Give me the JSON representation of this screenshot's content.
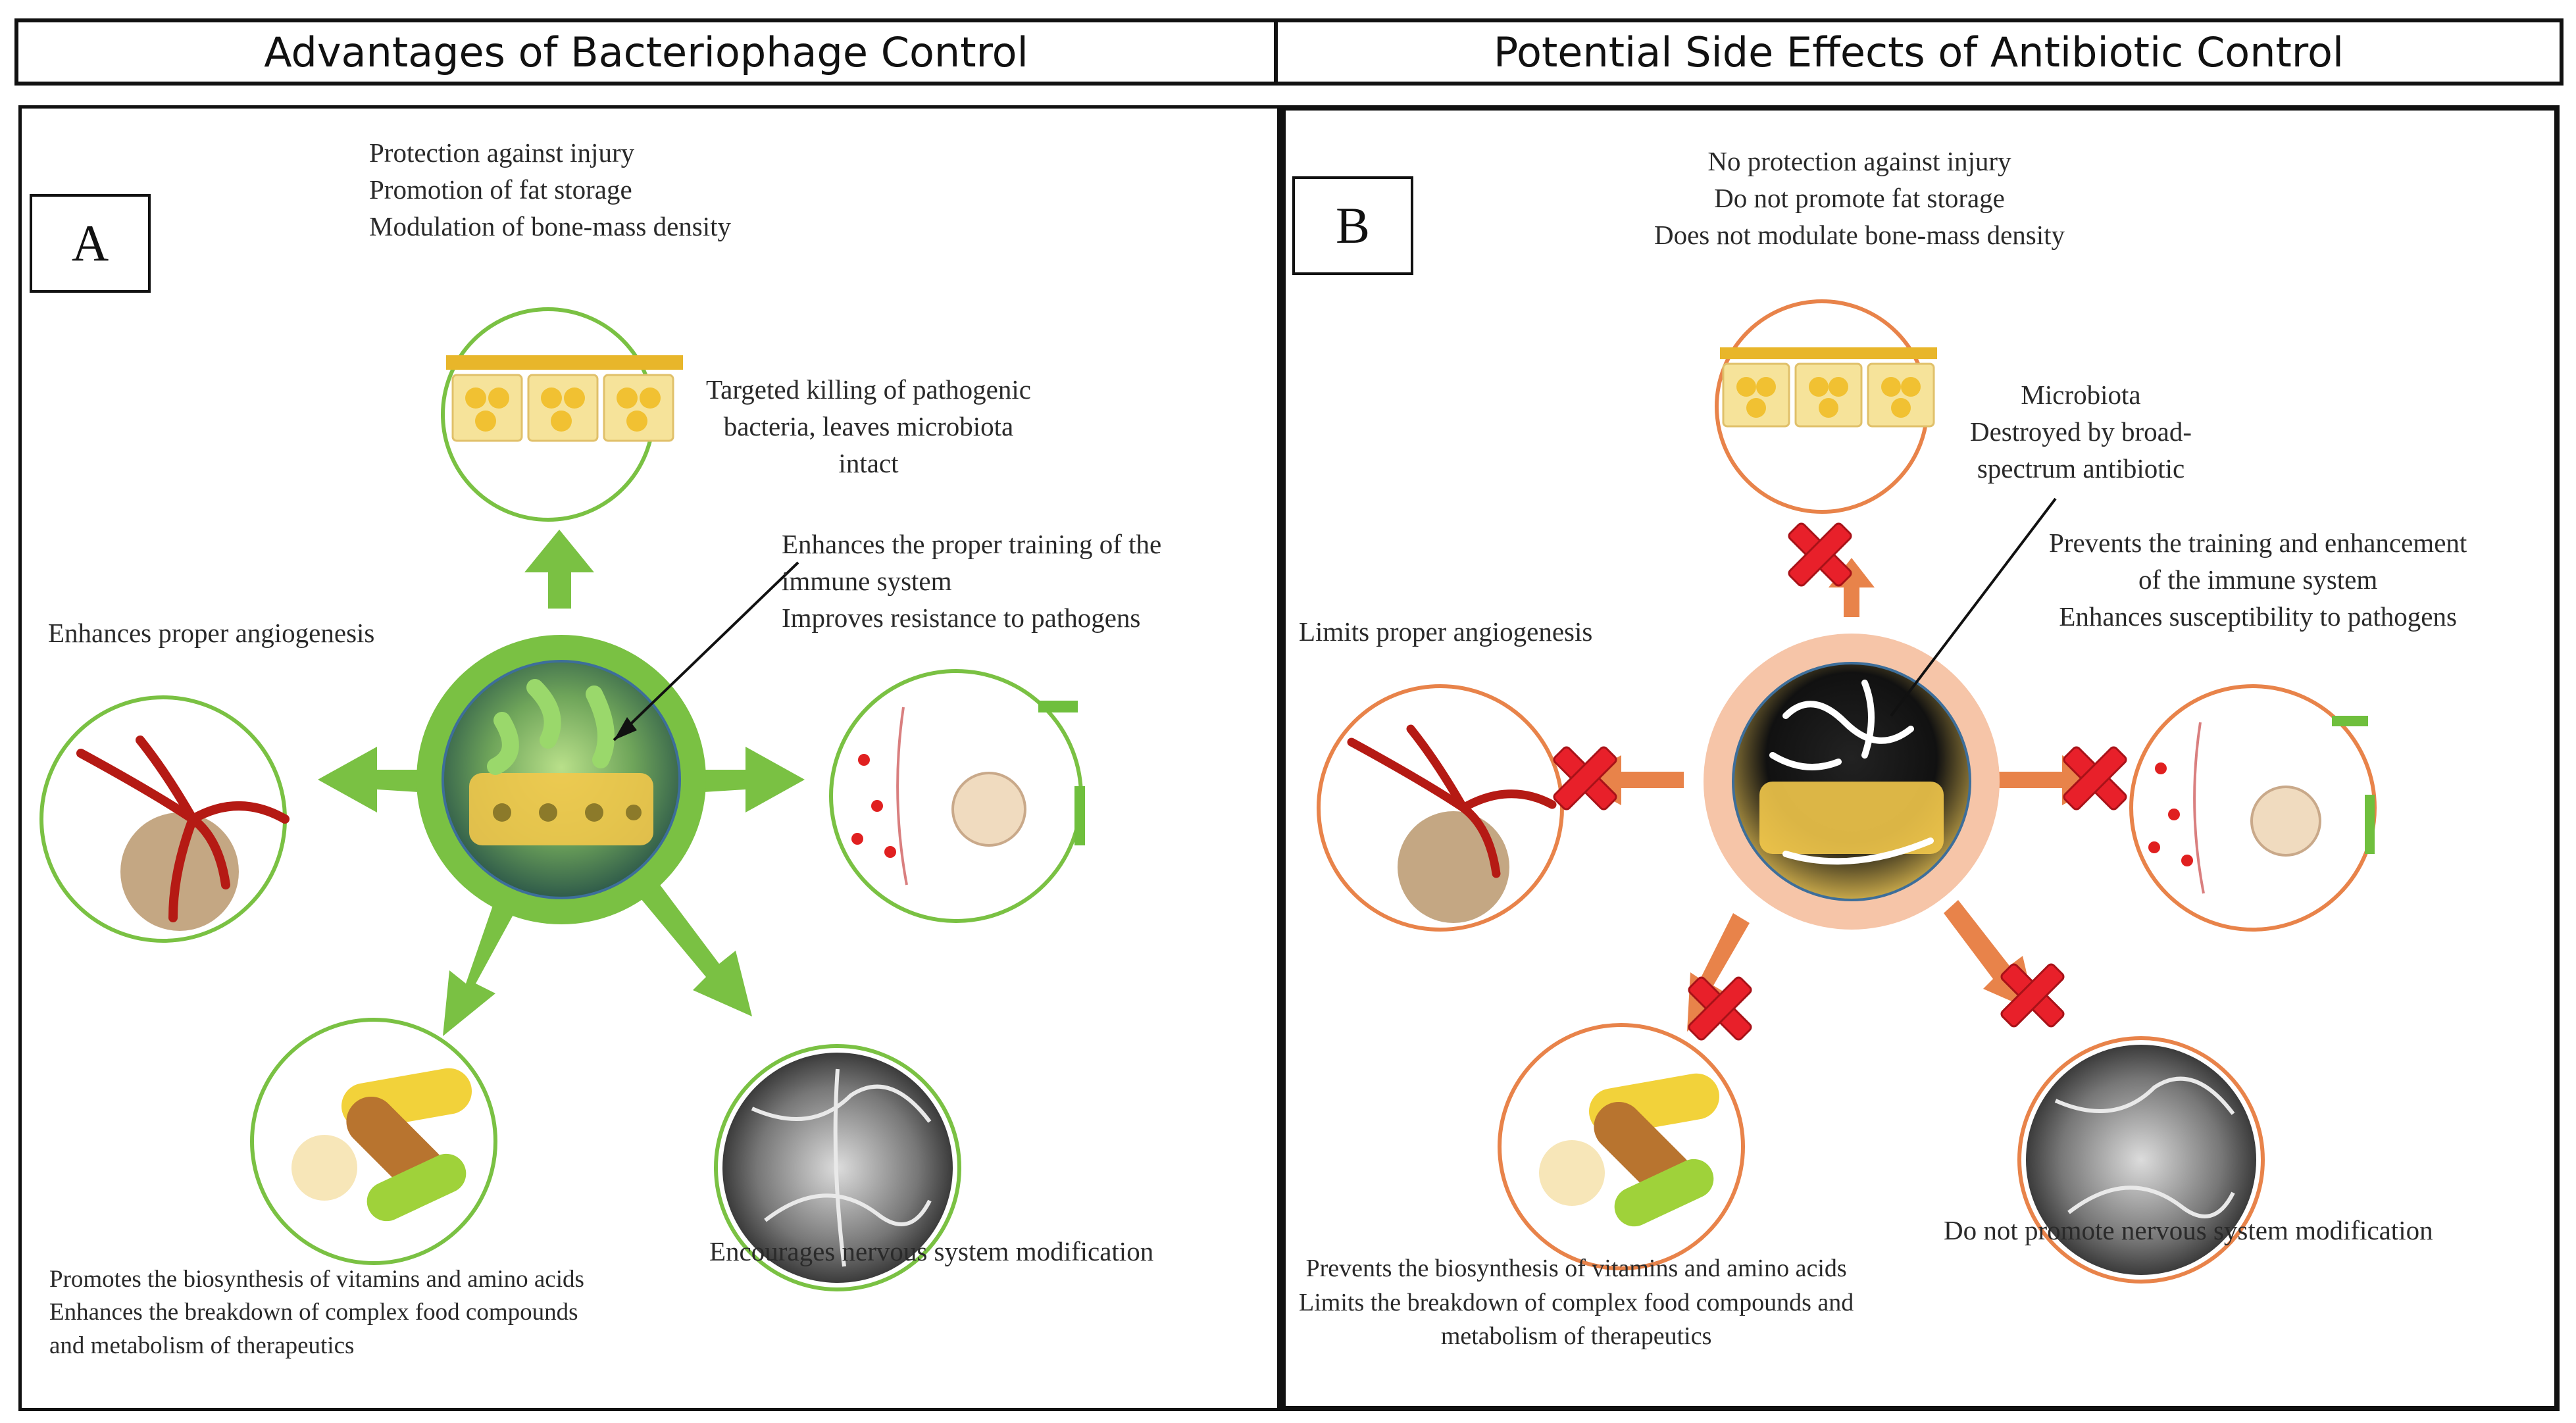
{
  "headers": {
    "left": "Advantages of Bacteriophage Control",
    "right": "Potential Side Effects of Antibiotic Control"
  },
  "panel_a": {
    "letter": "A",
    "top_label": [
      "Protection against injury",
      "Promotion of fat storage",
      "Modulation of bone-mass density"
    ],
    "center_label": [
      "Targeted killing of pathogenic",
      "bacteria, leaves microbiota",
      "intact"
    ],
    "right_label": [
      "Enhances the proper training  of the",
      "immune system",
      "Improves resistance to pathogens"
    ],
    "left_label": "Enhances proper angiogenesis",
    "bottom_right_label": "Encourages nervous system modification",
    "bottom_left_label": [
      "Promotes the biosynthesis of vitamins and amino acids",
      "Enhances the breakdown of complex food compounds",
      "and metabolism of therapeutics"
    ]
  },
  "panel_b": {
    "letter": "B",
    "top_label": [
      "No protection against injury",
      "Do not promote fat storage",
      "Does not modulate bone-mass density"
    ],
    "center_label": [
      "Microbiota",
      "Destroyed by broad-",
      "spectrum antibiotic"
    ],
    "right_label": [
      "Prevents the training and enhancement",
      "of the immune system",
      "Enhances susceptibility to pathogens"
    ],
    "left_label": "Limits proper angiogenesis",
    "bottom_right_label": "Do not promote nervous system modification",
    "bottom_left_label": [
      "Prevents the biosynthesis of vitamins and amino acids",
      "Limits the breakdown of complex food compounds and",
      "metabolism of therapeutics"
    ]
  },
  "colors": {
    "green": "#7ac143",
    "green_light": "#9dd16a",
    "orange": "#e8834a",
    "orange_light": "#f6c5a8",
    "cross_red": "#e8202a"
  }
}
